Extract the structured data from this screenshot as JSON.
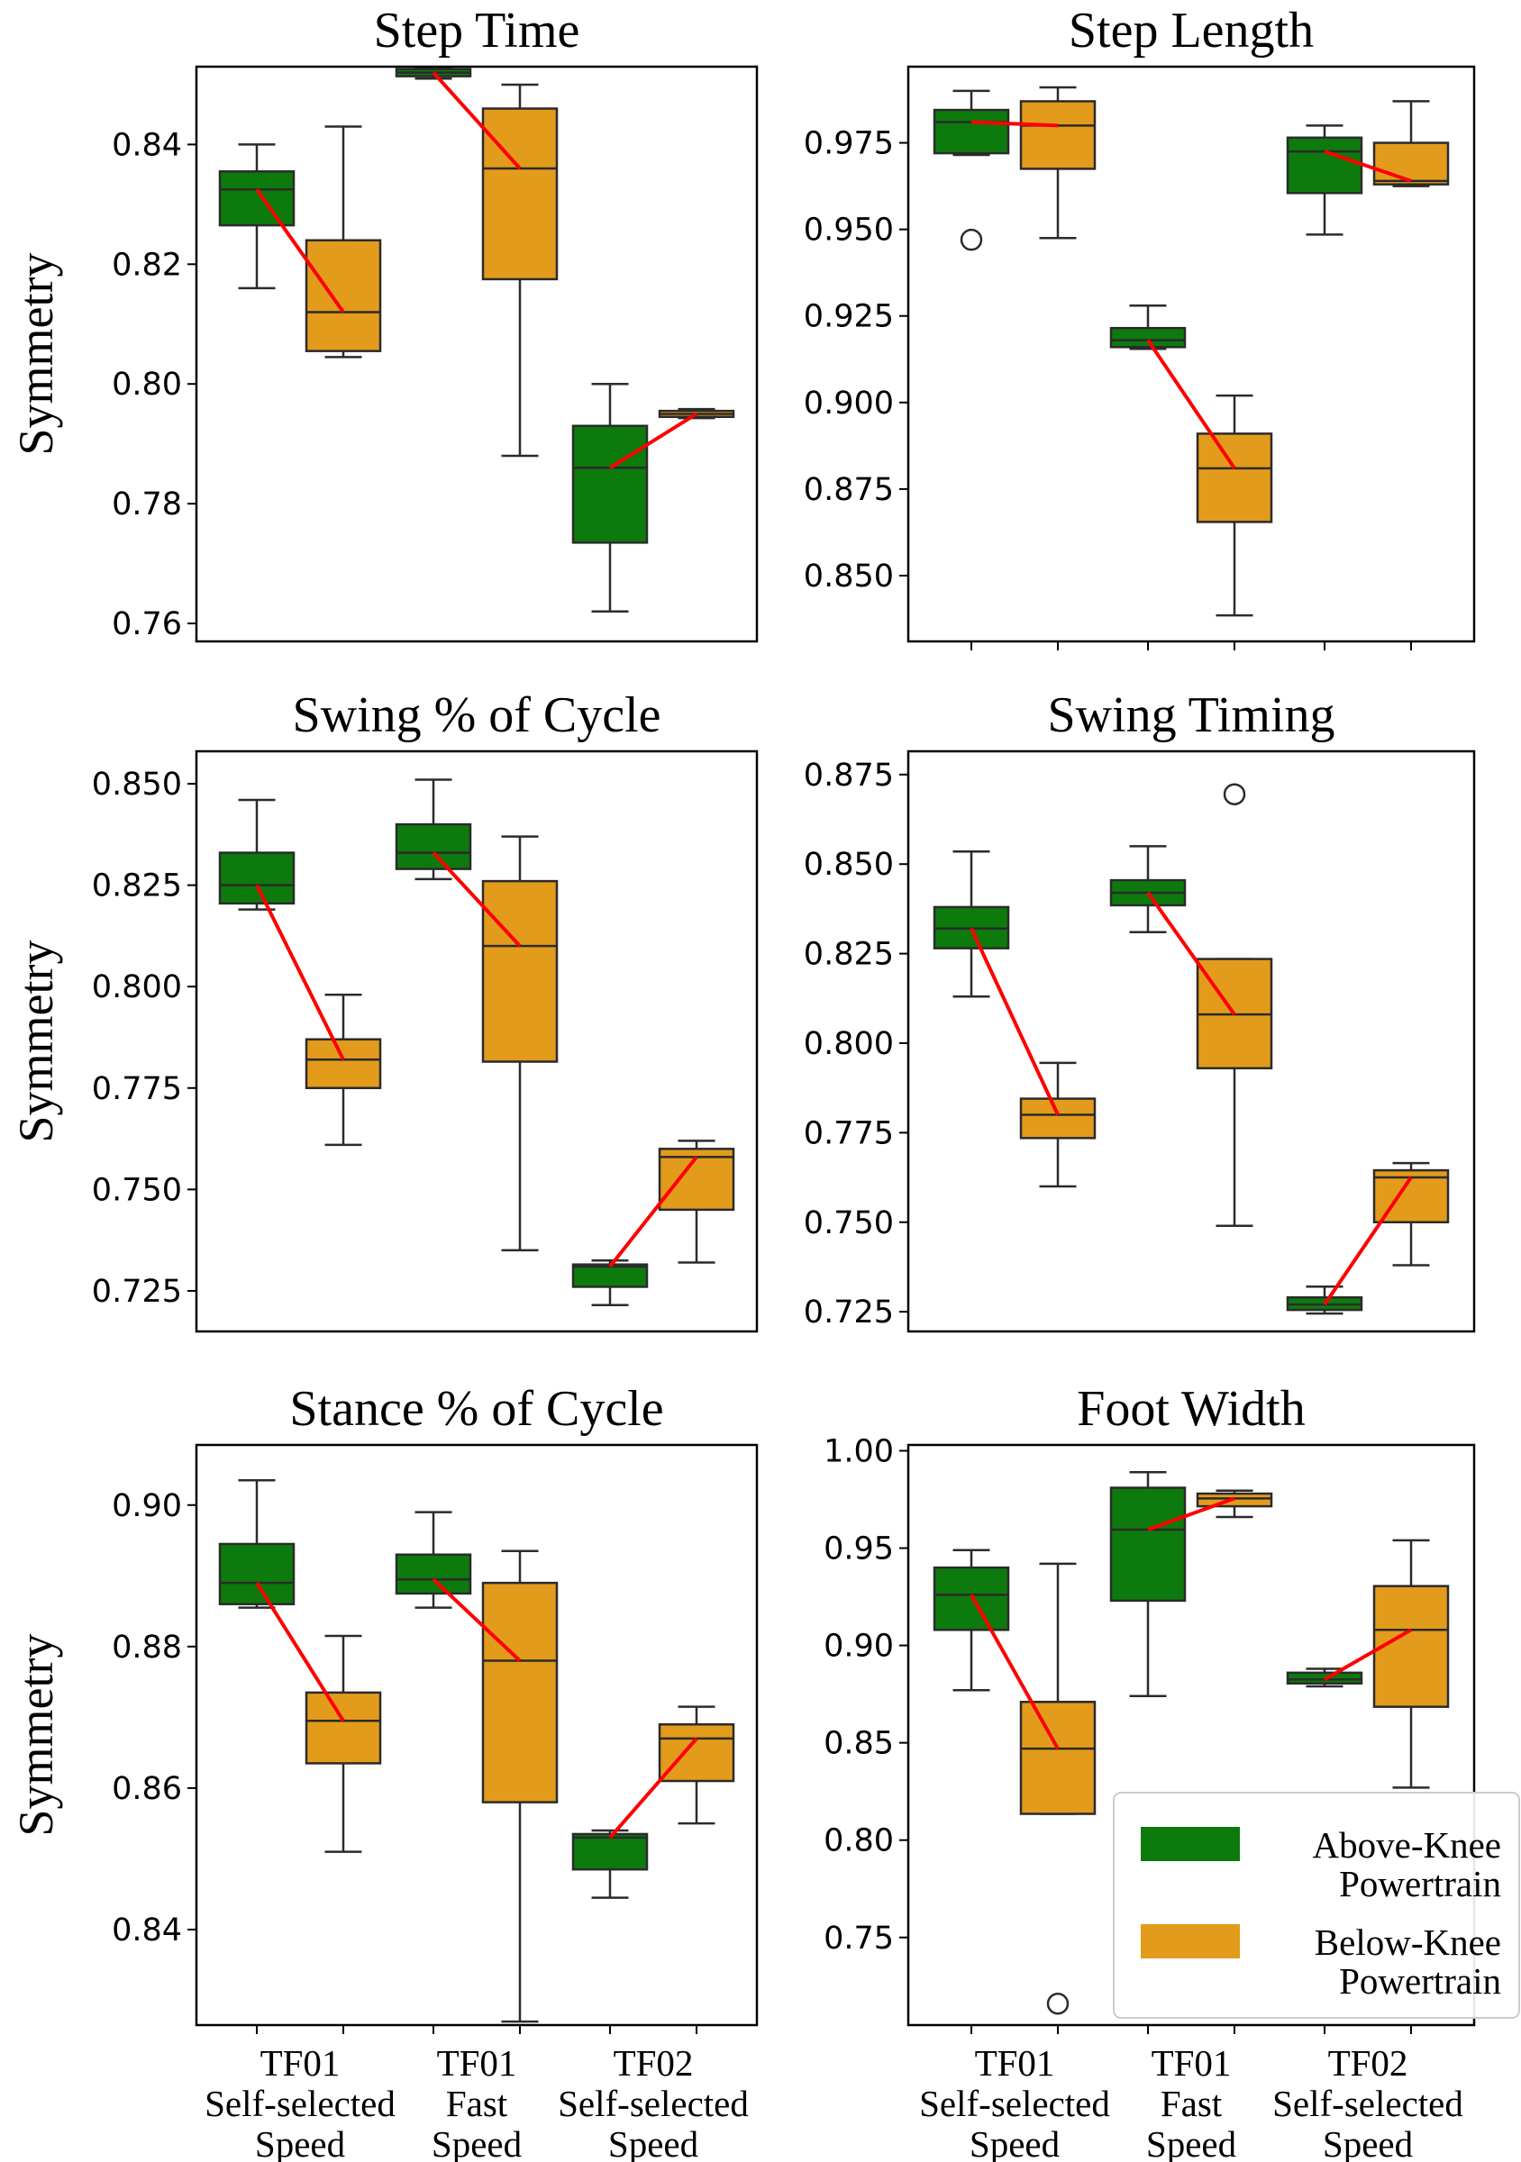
{
  "colors": {
    "above": "#0d7a0d",
    "below": "#e39b1c",
    "mean_line": "#ff0000",
    "edge": "#2b2b2b"
  },
  "legend": {
    "items": [
      {
        "key": "above",
        "lines": [
          "Above-Knee",
          "Powertrain"
        ]
      },
      {
        "key": "below",
        "lines": [
          "Below-Knee",
          "Powertrain"
        ]
      }
    ],
    "location": "lower-right of Foot Width panel"
  },
  "x_labels": [
    [
      "TF01",
      "Self-selected",
      "Speed"
    ],
    [
      "TF01",
      "Fast",
      "Speed"
    ],
    [
      "TF02",
      "Self-selected",
      "Speed"
    ]
  ],
  "chart_data": [
    {
      "type": "box",
      "title": "Step Time",
      "ylabel": "Symmetry",
      "ylim": [
        0.757,
        0.853
      ],
      "yticks": [
        0.76,
        0.78,
        0.8,
        0.82,
        0.84
      ],
      "tick_decimals": 2,
      "show_xticklabels": false,
      "show_xticks": false,
      "groups": [
        {
          "category": 0,
          "series": "above",
          "whislo": 0.816,
          "q1": 0.8265,
          "med": 0.8325,
          "q3": 0.8355,
          "whishi": 0.84,
          "mean": 0.8325,
          "fliers": []
        },
        {
          "category": 0,
          "series": "below",
          "whislo": 0.8045,
          "q1": 0.8055,
          "med": 0.812,
          "q3": 0.824,
          "whishi": 0.843,
          "mean": 0.812,
          "fliers": []
        },
        {
          "category": 1,
          "series": "above",
          "whislo": 0.851,
          "q1": 0.8514,
          "med": 0.852,
          "q3": 0.8526,
          "whishi": 0.8528,
          "mean": 0.852,
          "fliers": []
        },
        {
          "category": 1,
          "series": "below",
          "whislo": 0.788,
          "q1": 0.8175,
          "med": 0.836,
          "q3": 0.846,
          "whishi": 0.85,
          "mean": 0.836,
          "fliers": []
        },
        {
          "category": 2,
          "series": "above",
          "whislo": 0.762,
          "q1": 0.7735,
          "med": 0.786,
          "q3": 0.793,
          "whishi": 0.8,
          "mean": 0.786,
          "fliers": []
        },
        {
          "category": 2,
          "series": "below",
          "whislo": 0.7943,
          "q1": 0.7945,
          "med": 0.795,
          "q3": 0.7955,
          "whishi": 0.7958,
          "mean": 0.795,
          "fliers": []
        }
      ]
    },
    {
      "type": "box",
      "title": "Step Length",
      "ylabel": "",
      "ylim": [
        0.831,
        0.997
      ],
      "yticks": [
        0.85,
        0.875,
        0.9,
        0.925,
        0.95,
        0.975
      ],
      "tick_decimals": 3,
      "show_xticklabels": false,
      "show_xticks": true,
      "groups": [
        {
          "category": 0,
          "series": "above",
          "whislo": 0.9715,
          "q1": 0.972,
          "med": 0.981,
          "q3": 0.9845,
          "whishi": 0.99,
          "mean": 0.981,
          "fliers": [
            0.947
          ]
        },
        {
          "category": 0,
          "series": "below",
          "whislo": 0.9475,
          "q1": 0.9675,
          "med": 0.98,
          "q3": 0.987,
          "whishi": 0.991,
          "mean": 0.98,
          "fliers": []
        },
        {
          "category": 1,
          "series": "above",
          "whislo": 0.9155,
          "q1": 0.916,
          "med": 0.918,
          "q3": 0.9215,
          "whishi": 0.928,
          "mean": 0.918,
          "fliers": []
        },
        {
          "category": 1,
          "series": "below",
          "whislo": 0.8385,
          "q1": 0.8655,
          "med": 0.881,
          "q3": 0.891,
          "whishi": 0.902,
          "mean": 0.881,
          "fliers": []
        },
        {
          "category": 2,
          "series": "above",
          "whislo": 0.9485,
          "q1": 0.9605,
          "med": 0.9725,
          "q3": 0.9765,
          "whishi": 0.98,
          "mean": 0.9725,
          "fliers": []
        },
        {
          "category": 2,
          "series": "below",
          "whislo": 0.9625,
          "q1": 0.963,
          "med": 0.964,
          "q3": 0.975,
          "whishi": 0.987,
          "mean": 0.964,
          "fliers": []
        }
      ]
    },
    {
      "type": "box",
      "title": "Swing % of Cycle",
      "ylabel": "Symmetry",
      "ylim": [
        0.715,
        0.858
      ],
      "yticks": [
        0.725,
        0.75,
        0.775,
        0.8,
        0.825,
        0.85
      ],
      "tick_decimals": 3,
      "show_xticklabels": false,
      "show_xticks": false,
      "groups": [
        {
          "category": 0,
          "series": "above",
          "whislo": 0.819,
          "q1": 0.8205,
          "med": 0.825,
          "q3": 0.833,
          "whishi": 0.846,
          "mean": 0.825,
          "fliers": []
        },
        {
          "category": 0,
          "series": "below",
          "whislo": 0.761,
          "q1": 0.775,
          "med": 0.782,
          "q3": 0.787,
          "whishi": 0.798,
          "mean": 0.782,
          "fliers": []
        },
        {
          "category": 1,
          "series": "above",
          "whislo": 0.8265,
          "q1": 0.829,
          "med": 0.833,
          "q3": 0.84,
          "whishi": 0.851,
          "mean": 0.833,
          "fliers": []
        },
        {
          "category": 1,
          "series": "below",
          "whislo": 0.735,
          "q1": 0.7815,
          "med": 0.81,
          "q3": 0.826,
          "whishi": 0.837,
          "mean": 0.81,
          "fliers": []
        },
        {
          "category": 2,
          "series": "above",
          "whislo": 0.7215,
          "q1": 0.726,
          "med": 0.731,
          "q3": 0.7315,
          "whishi": 0.7325,
          "mean": 0.731,
          "fliers": []
        },
        {
          "category": 2,
          "series": "below",
          "whislo": 0.732,
          "q1": 0.745,
          "med": 0.758,
          "q3": 0.76,
          "whishi": 0.762,
          "mean": 0.758,
          "fliers": []
        }
      ]
    },
    {
      "type": "box",
      "title": "Swing Timing",
      "ylabel": "",
      "ylim": [
        0.7195,
        0.8815
      ],
      "yticks": [
        0.725,
        0.75,
        0.775,
        0.8,
        0.825,
        0.85,
        0.875
      ],
      "tick_decimals": 3,
      "show_xticklabels": false,
      "show_xticks": false,
      "groups": [
        {
          "category": 0,
          "series": "above",
          "whislo": 0.813,
          "q1": 0.8265,
          "med": 0.832,
          "q3": 0.838,
          "whishi": 0.8535,
          "mean": 0.832,
          "fliers": []
        },
        {
          "category": 0,
          "series": "below",
          "whislo": 0.76,
          "q1": 0.7735,
          "med": 0.78,
          "q3": 0.7845,
          "whishi": 0.7945,
          "mean": 0.78,
          "fliers": []
        },
        {
          "category": 1,
          "series": "above",
          "whislo": 0.831,
          "q1": 0.8385,
          "med": 0.842,
          "q3": 0.8455,
          "whishi": 0.855,
          "mean": 0.842,
          "fliers": []
        },
        {
          "category": 1,
          "series": "below",
          "whislo": 0.749,
          "q1": 0.793,
          "med": 0.808,
          "q3": 0.8235,
          "whishi": 0.8235,
          "mean": 0.808,
          "fliers": [
            0.8695
          ]
        },
        {
          "category": 2,
          "series": "above",
          "whislo": 0.7245,
          "q1": 0.7255,
          "med": 0.727,
          "q3": 0.729,
          "whishi": 0.732,
          "mean": 0.727,
          "fliers": []
        },
        {
          "category": 2,
          "series": "below",
          "whislo": 0.738,
          "q1": 0.75,
          "med": 0.7625,
          "q3": 0.7645,
          "whishi": 0.7665,
          "mean": 0.7625,
          "fliers": []
        }
      ]
    },
    {
      "type": "box",
      "title": "Stance % of Cycle",
      "ylabel": "Symmetry",
      "ylim": [
        0.8265,
        0.9085
      ],
      "yticks": [
        0.84,
        0.86,
        0.88,
        0.9
      ],
      "tick_decimals": 2,
      "show_xticklabels": true,
      "show_xticks": true,
      "groups": [
        {
          "category": 0,
          "series": "above",
          "whislo": 0.8855,
          "q1": 0.886,
          "med": 0.889,
          "q3": 0.8945,
          "whishi": 0.9035,
          "mean": 0.889,
          "fliers": []
        },
        {
          "category": 0,
          "series": "below",
          "whislo": 0.851,
          "q1": 0.8635,
          "med": 0.8695,
          "q3": 0.8735,
          "whishi": 0.8815,
          "mean": 0.8695,
          "fliers": []
        },
        {
          "category": 1,
          "series": "above",
          "whislo": 0.8855,
          "q1": 0.8875,
          "med": 0.8895,
          "q3": 0.893,
          "whishi": 0.899,
          "mean": 0.8895,
          "fliers": []
        },
        {
          "category": 1,
          "series": "below",
          "whislo": 0.827,
          "q1": 0.858,
          "med": 0.878,
          "q3": 0.889,
          "whishi": 0.8935,
          "mean": 0.878,
          "fliers": []
        },
        {
          "category": 2,
          "series": "above",
          "whislo": 0.8445,
          "q1": 0.8485,
          "med": 0.853,
          "q3": 0.8535,
          "whishi": 0.854,
          "mean": 0.853,
          "fliers": []
        },
        {
          "category": 2,
          "series": "below",
          "whislo": 0.855,
          "q1": 0.861,
          "med": 0.867,
          "q3": 0.869,
          "whishi": 0.8715,
          "mean": 0.867,
          "fliers": []
        }
      ]
    },
    {
      "type": "box",
      "title": "Foot Width",
      "ylabel": "",
      "ylim": [
        0.705,
        1.003
      ],
      "yticks": [
        0.75,
        0.8,
        0.85,
        0.9,
        0.95,
        1.0
      ],
      "tick_decimals": 2,
      "show_xticklabels": true,
      "show_xticks": true,
      "groups": [
        {
          "category": 0,
          "series": "above",
          "whislo": 0.877,
          "q1": 0.908,
          "med": 0.926,
          "q3": 0.94,
          "whishi": 0.949,
          "mean": 0.926,
          "fliers": []
        },
        {
          "category": 0,
          "series": "below",
          "whislo": 0.8135,
          "q1": 0.8135,
          "med": 0.847,
          "q3": 0.871,
          "whishi": 0.942,
          "mean": 0.847,
          "fliers": [
            0.716
          ]
        },
        {
          "category": 1,
          "series": "above",
          "whislo": 0.874,
          "q1": 0.923,
          "med": 0.9595,
          "q3": 0.981,
          "whishi": 0.989,
          "mean": 0.9595,
          "fliers": []
        },
        {
          "category": 1,
          "series": "below",
          "whislo": 0.966,
          "q1": 0.9715,
          "med": 0.9755,
          "q3": 0.978,
          "whishi": 0.9795,
          "mean": 0.9755,
          "fliers": []
        },
        {
          "category": 2,
          "series": "above",
          "whislo": 0.879,
          "q1": 0.8805,
          "med": 0.8825,
          "q3": 0.886,
          "whishi": 0.888,
          "mean": 0.8825,
          "fliers": []
        },
        {
          "category": 2,
          "series": "below",
          "whislo": 0.827,
          "q1": 0.8685,
          "med": 0.908,
          "q3": 0.9305,
          "whishi": 0.954,
          "mean": 0.908,
          "fliers": []
        }
      ]
    }
  ]
}
